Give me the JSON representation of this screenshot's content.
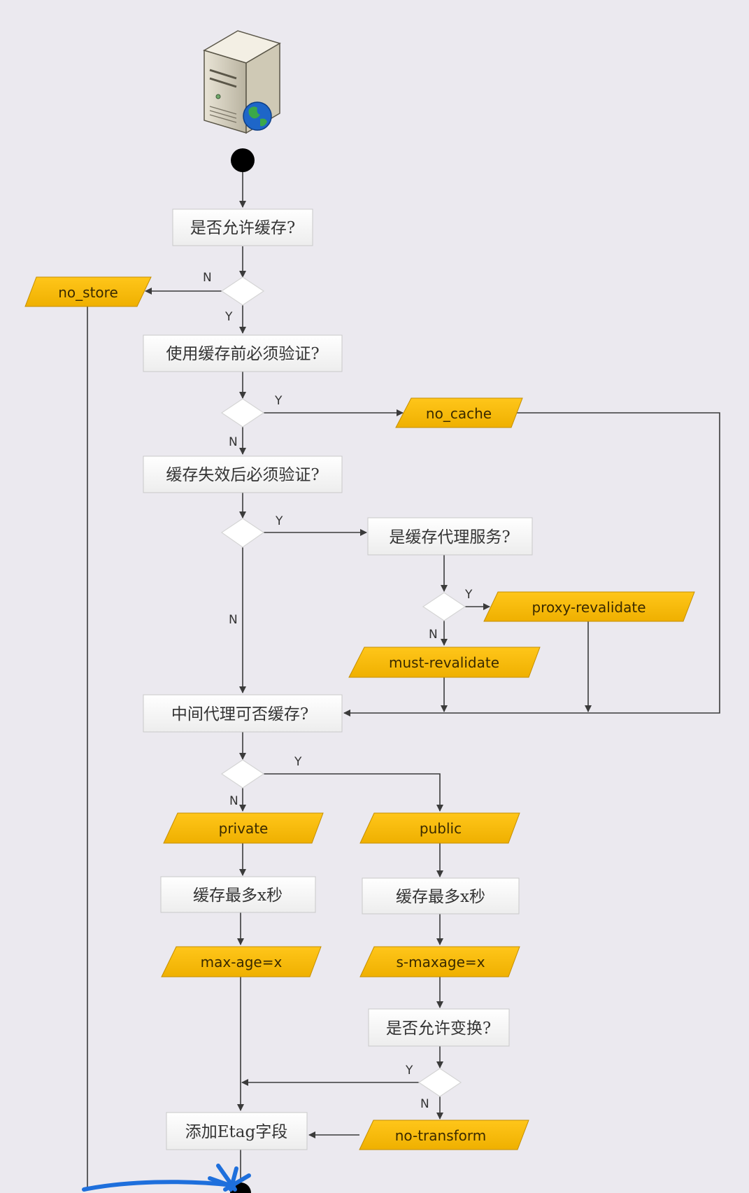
{
  "colors": {
    "background": "#ebe9ef",
    "param_fill": "#f5b800",
    "param_border": "#c48e00",
    "box_fill": "#f6f6f6",
    "box_border": "#c9c9c9",
    "line": "#3b3b3b",
    "scribble": "#1e6fdc"
  },
  "icons": {
    "server": "server-globe-icon",
    "start": "start-node-icon",
    "end": "end-node-icon"
  },
  "nodes": {
    "allow_cache": "是否允许缓存?",
    "must_validate_before": "使用缓存前必须验证?",
    "validate_after_expire": "缓存失效后必须验证?",
    "is_proxy": "是缓存代理服务?",
    "proxy_cacheable": "中间代理可否缓存?",
    "max_x_left": "缓存最多x秒",
    "max_x_right": "缓存最多x秒",
    "allow_transform": "是否允许变换?",
    "add_etag": "添加Etag字段"
  },
  "params": {
    "no_store": "no_store",
    "no_cache": "no_cache",
    "proxy_revalidate": "proxy-revalidate",
    "must_revalidate": "must-revalidate",
    "private": "private",
    "public": "public",
    "max_age": "max-age=x",
    "s_maxage": "s-maxage=x",
    "no_transform": "no-transform"
  },
  "labels": {
    "d1_n": "N",
    "d1_y": "Y",
    "d2_y": "Y",
    "d2_n": "N",
    "d3_y": "Y",
    "d3_n": "N",
    "d4_y": "Y",
    "d4_n": "N",
    "d5_y": "Y",
    "d5_n": "N",
    "d6_y": "Y",
    "d6_n": "N"
  }
}
